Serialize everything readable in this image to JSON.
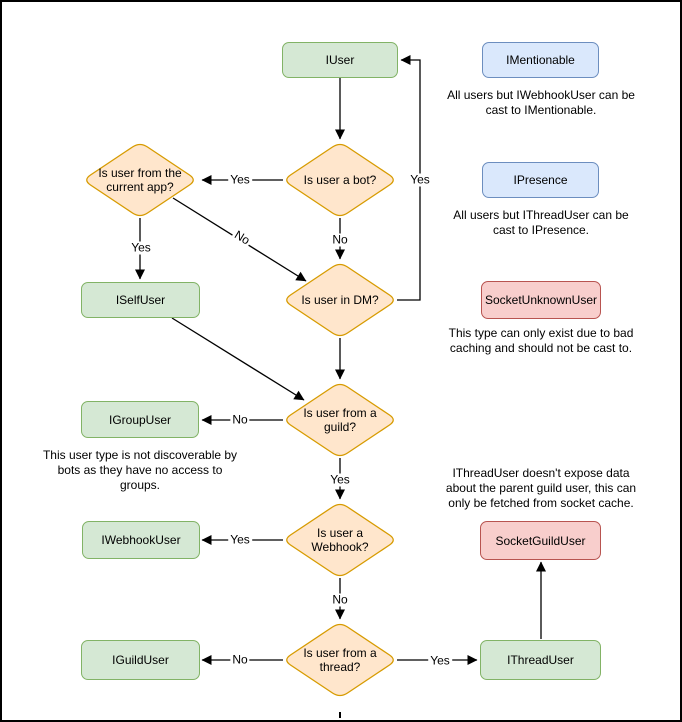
{
  "diagram": {
    "kind": "flowchart",
    "palette": {
      "interface_fill": "#d5e8d4",
      "interface_stroke": "#82b366",
      "decision_fill": "#ffe6cc",
      "decision_stroke": "#d79b00",
      "capability_fill": "#dae8fc",
      "capability_stroke": "#6c8ebf",
      "socket_fill": "#f8cecc",
      "socket_stroke": "#b85450",
      "edge_color": "#000000",
      "frame_color": "#000000"
    },
    "nodes": [
      {
        "id": "iuser",
        "label": "IUser",
        "shape": "box",
        "color": "green"
      },
      {
        "id": "is-user-a-bot",
        "label": "Is user a bot?",
        "shape": "decision",
        "color": "orange"
      },
      {
        "id": "is-user-from-current-app",
        "label": "Is user from the\ncurrent app?",
        "shape": "decision",
        "color": "orange"
      },
      {
        "id": "iselfuser",
        "label": "ISelfUser",
        "shape": "box",
        "color": "green"
      },
      {
        "id": "is-user-in-dm",
        "label": "Is user in DM?",
        "shape": "decision",
        "color": "orange"
      },
      {
        "id": "is-user-from-a-guild",
        "label": "Is user from a\nguild?",
        "shape": "decision",
        "color": "orange"
      },
      {
        "id": "igroupuser",
        "label": "IGroupUser",
        "shape": "box",
        "color": "green"
      },
      {
        "id": "is-user-a-webhook",
        "label": "Is user a\nWebhook?",
        "shape": "decision",
        "color": "orange"
      },
      {
        "id": "iwebhookuser",
        "label": "IWebhookUser",
        "shape": "box",
        "color": "green"
      },
      {
        "id": "is-user-from-a-thread",
        "label": "Is user from a\nthread?",
        "shape": "decision",
        "color": "orange"
      },
      {
        "id": "iguilduser",
        "label": "IGuildUser",
        "shape": "box",
        "color": "green"
      },
      {
        "id": "ithreaduser",
        "label": "IThreadUser",
        "shape": "box",
        "color": "green"
      },
      {
        "id": "socketguilduser",
        "label": "SocketGuildUser",
        "shape": "box",
        "color": "red"
      },
      {
        "id": "imentionable",
        "label": "IMentionable",
        "shape": "box",
        "color": "blue"
      },
      {
        "id": "ipresence",
        "label": "IPresence",
        "shape": "box",
        "color": "blue"
      },
      {
        "id": "socketunknownuser",
        "label": "SocketUnknownUser",
        "shape": "box",
        "color": "red"
      }
    ],
    "edges": [
      {
        "from": "IUser",
        "to": "Is user a bot?",
        "label": ""
      },
      {
        "from": "Is user a bot?",
        "to": "Is user from the current app?",
        "label": "Yes"
      },
      {
        "from": "Is user a bot?",
        "to": "Is user in DM?",
        "label": "No"
      },
      {
        "from": "Is user from the current app?",
        "to": "ISelfUser",
        "label": "Yes"
      },
      {
        "from": "Is user from the current app?",
        "to": "Is user in DM?",
        "label": "No"
      },
      {
        "from": "Is user in DM?",
        "to": "IUser",
        "label": "Yes"
      },
      {
        "from": "Is user in DM?",
        "to": "Is user from a guild?",
        "label": ""
      },
      {
        "from": "ISelfUser",
        "to": "Is user from a guild?",
        "label": ""
      },
      {
        "from": "Is user from a guild?",
        "to": "IGroupUser",
        "label": "No"
      },
      {
        "from": "Is user from a guild?",
        "to": "Is user a Webhook?",
        "label": "Yes"
      },
      {
        "from": "Is user a Webhook?",
        "to": "IWebhookUser",
        "label": "Yes"
      },
      {
        "from": "Is user a Webhook?",
        "to": "Is user from a thread?",
        "label": "No"
      },
      {
        "from": "Is user from a thread?",
        "to": "IGuildUser",
        "label": "No"
      },
      {
        "from": "Is user from a thread?",
        "to": "IThreadUser",
        "label": "Yes"
      },
      {
        "from": "IThreadUser",
        "to": "SocketGuildUser",
        "label": ""
      }
    ],
    "annotations": [
      {
        "id": "note-imentionable",
        "text": "All users but IWebhookUser can be\ncast to IMentionable."
      },
      {
        "id": "note-ipresence",
        "text": "All users but IThreadUser can be\ncast to IPresence."
      },
      {
        "id": "note-socketunknownuser",
        "text": "This type can only exist due to bad\ncaching and should not be cast to."
      },
      {
        "id": "note-igroupuser",
        "text": "This user type is not discoverable by\nbots as they have no access to\ngroups."
      },
      {
        "id": "note-socketguilduser",
        "text": "IThreadUser doesn't expose data\nabout the parent guild user, this can\nonly be fetched from socket cache."
      }
    ]
  }
}
